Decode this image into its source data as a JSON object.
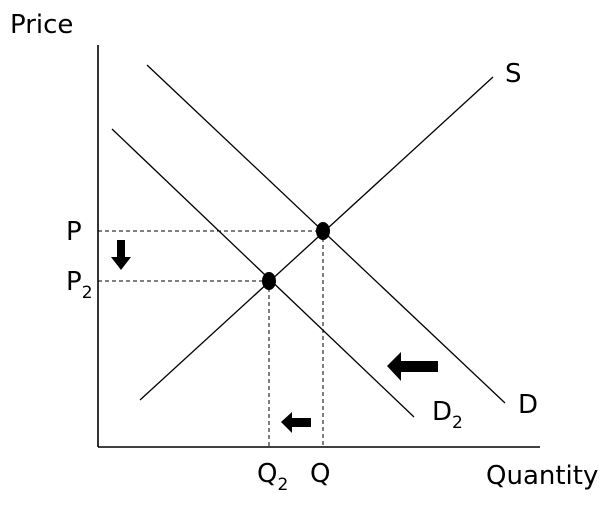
{
  "axes": {
    "y_label": "Price",
    "x_label": "Quantity"
  },
  "curves": {
    "supply": "S",
    "demand": "D",
    "demand_new": {
      "base": "D",
      "sub": "2"
    }
  },
  "prices": {
    "original": "P",
    "new": {
      "base": "P",
      "sub": "2"
    }
  },
  "quantities": {
    "original": "Q",
    "new": {
      "base": "Q",
      "sub": "2"
    }
  },
  "icons": [
    "arrow-left-icon",
    "arrow-down-icon",
    "equilibrium-point-icon"
  ],
  "colors": {
    "ink": "#000000",
    "background": "#ffffff"
  }
}
